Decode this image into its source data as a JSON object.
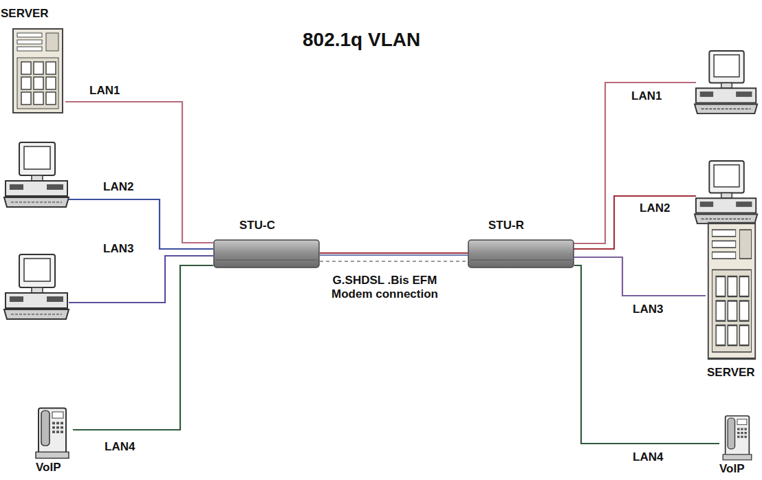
{
  "diagram": {
    "title": "802.1q VLAN",
    "nodes": [
      {
        "text": [
          "SERVER"
        ]
      },
      {
        "text": [
          "STU-C"
        ]
      },
      {
        "text": [
          "STU-R"
        ]
      },
      {
        "text": [
          "SERVER"
        ]
      },
      {
        "text": [
          "VoIP"
        ]
      },
      {
        "text": [
          "VoIP"
        ]
      }
    ],
    "edges": [
      {
        "from": 0,
        "to": 1,
        "arrow": "none",
        "label": "LAN1"
      },
      {
        "from": 1,
        "to": 2,
        "arrow": "none",
        "label": "G.SHDSL .Bis EFM Modem connection"
      },
      {
        "from": 2,
        "to": 3,
        "arrow": "none",
        "label": "LAN3"
      },
      {
        "from": 4,
        "to": 1,
        "arrow": "none",
        "label": "LAN4"
      },
      {
        "from": 2,
        "to": 5,
        "arrow": "none",
        "label": "LAN4"
      }
    ],
    "labels": [
      "LAN2",
      "LAN3",
      "LAN1",
      "LAN2"
    ]
  }
}
